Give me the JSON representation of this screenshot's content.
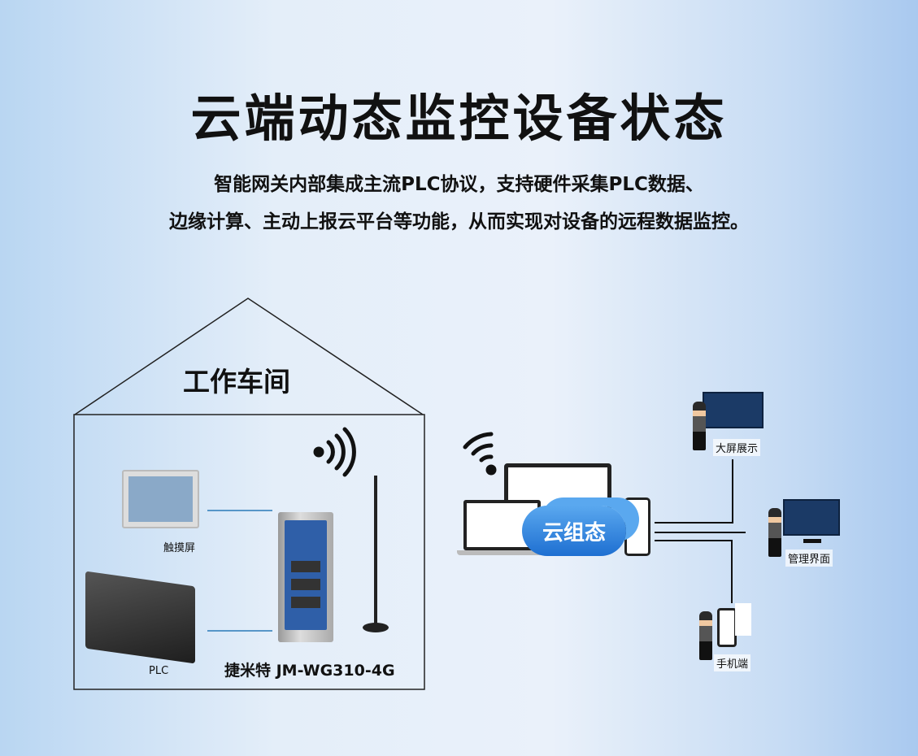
{
  "title": "云端动态监控设备状态",
  "subtitle": [
    "智能网关内部集成主流PLC协议，支持硬件采集PLC数据、",
    "边缘计算、主动上报云平台等功能，从而实现对设备的远程数据监控。"
  ],
  "workshop": {
    "label": "工作车间",
    "touchscreen": "触摸屏",
    "plc": "PLC",
    "gateway": "捷米特 JM-WG310-4G"
  },
  "cloud": {
    "label": "云组态"
  },
  "clients": {
    "big_screen": "大屏展示",
    "admin": "管理界面",
    "mobile": "手机端"
  }
}
